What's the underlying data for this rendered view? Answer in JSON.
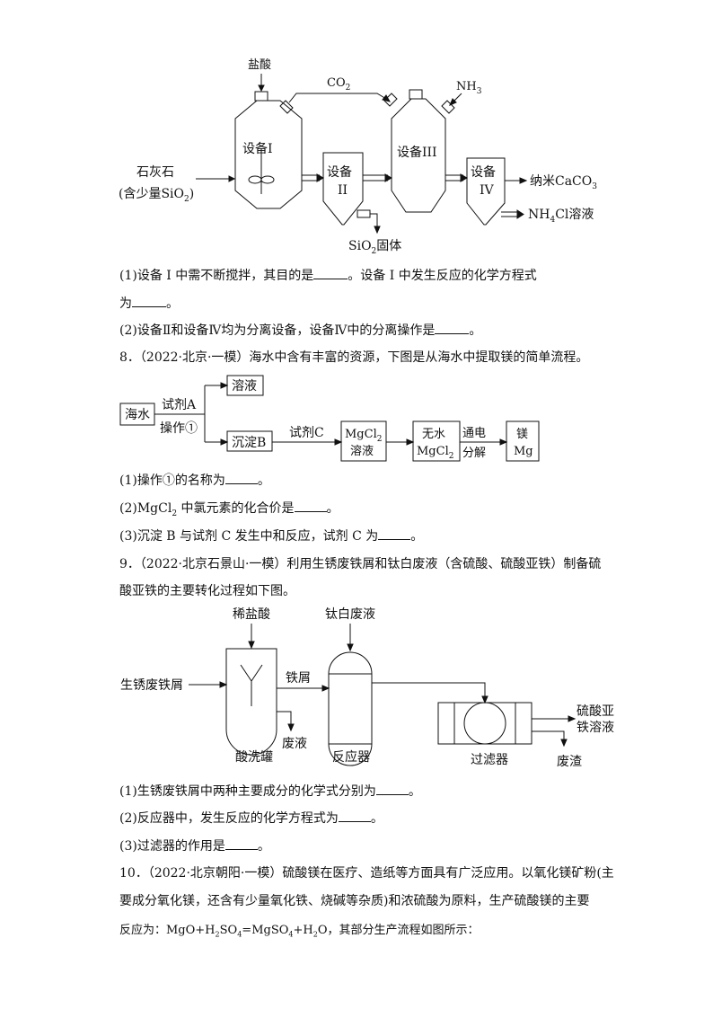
{
  "diagram1": {
    "hcl": "盐酸",
    "co2": "CO",
    "co2_sub": "2",
    "nh3": "NH",
    "nh3_sub": "3",
    "dev1": "设备I",
    "dev2_a": "设备",
    "dev2_b": "II",
    "dev3": "设备III",
    "dev4_a": "设备",
    "dev4_b": "IV",
    "feed_a": "石灰石",
    "feed_b": "(含少量SiO",
    "feed_b_sub": "2",
    "feed_b_end": ")",
    "out_caco3": "纳米CaCO",
    "out_caco3_sub": "3",
    "out_nh4cl_a": "NH",
    "out_nh4cl_sub": "4",
    "out_nh4cl_b": "Cl溶液",
    "sio2": "SiO",
    "sio2_sub": "2",
    "sio2_end": "固体"
  },
  "q7": {
    "p1a": "(1)设备 I 中需不断搅拌，其目的是",
    "p1b": "。设备 I 中发生反应的化学方程式",
    "p1c": "为",
    "p1d": "。",
    "p2a": "(2)设备Ⅱ和设备Ⅳ均为分离设备，设备Ⅳ中的分离操作是",
    "p2b": "。"
  },
  "q8": {
    "stem": "8．（2022·北京·一模）海水中含有丰富的资源，下图是从海水中提取镁的简单流程。",
    "diagram": {
      "seawater": "海水",
      "reagent_a": "试剂A",
      "op1": "操作①",
      "solution": "溶液",
      "precip_b": "沉淀B",
      "reagent_c": "试剂C",
      "mgcl2": "MgCl",
      "mgcl2_sub": "2",
      "mgcl2_sol": "溶液",
      "anhydrous": "无水",
      "electrify": "通电",
      "decompose": "分解",
      "mg_a": "镁",
      "mg_b": "Mg"
    },
    "p1a": "(1)操作①的名称为",
    "p1b": "。",
    "p2a": "(2)MgCl",
    "p2_sub": "2",
    "p2b": " 中氯元素的化合价是",
    "p2c": "。",
    "p3a": "(3)沉淀 B 与试剂 C 发生中和反应，试剂 C 为",
    "p3b": "。"
  },
  "q9": {
    "stem1": "9．（2022·北京石景山·一模）利用生锈废铁屑和钛白废液（含硫酸、硫酸亚铁）制备硫",
    "stem2": "酸亚铁的主要转化过程如下图。",
    "diagram": {
      "dilute_hcl": "稀盐酸",
      "ti_waste": "钛白废液",
      "rusty": "生锈废铁屑",
      "scrap": "铁屑",
      "acid_tank": "酸洗罐",
      "waste_liquid": "废液",
      "reactor": "反应器",
      "filter": "过滤器",
      "feso4_a": "硫酸亚",
      "feso4_b": "铁溶液",
      "residue": "废渣"
    },
    "p1a": "(1)生锈废铁屑中两种主要成分的化学式分别为",
    "p1b": "。",
    "p2a": "(2)反应器中，发生反应的化学方程式为",
    "p2b": "。",
    "p3a": "(3)过滤器的作用是",
    "p3b": "。"
  },
  "q10": {
    "line1": "10．（2022·北京朝阳·一模）硫酸镁在医疗、造纸等方面具有广泛应用。以氧化镁矿粉(主",
    "line2": "要成分氧化镁，还含有少量氧化铁、烧碱等杂质)和浓硫酸为原料，生产硫酸镁的主要",
    "line3a": "反应为：MgO+H",
    "line3_s1": "2",
    "line3b": "SO",
    "line3_s2": "4",
    "line3c": "=MgSO",
    "line3_s3": "4",
    "line3d": "+H",
    "line3_s4": "2",
    "line3e": "O，其部分生产流程如图所示："
  }
}
